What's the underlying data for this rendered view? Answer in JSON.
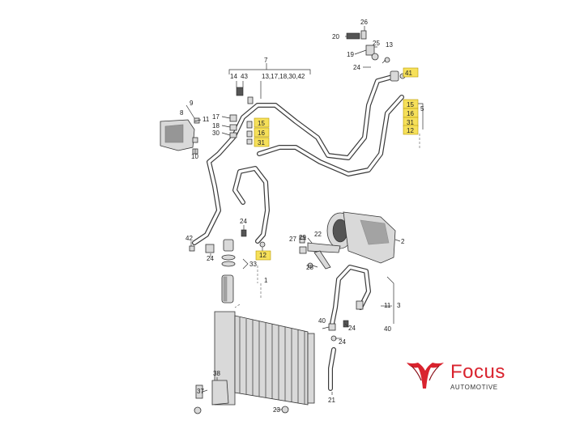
{
  "labels": {
    "l26": "26",
    "l20": "20",
    "l13a": "13",
    "l19": "19",
    "l25": "25",
    "l24a": "24",
    "l41": "41",
    "l7": "7",
    "l14": "14",
    "l43": "43",
    "l13b": "13,17,18,30,42",
    "l9": "9",
    "l8": "8",
    "l11": "11",
    "l17": "17",
    "l18": "18",
    "l30": "30",
    "l10": "10",
    "l15a": "15",
    "l16a": "16",
    "l31a": "31",
    "l15b": "15",
    "l16b": "16",
    "l31b": "31",
    "l12a": "12",
    "l5": "5",
    "l42": "42",
    "l24b": "24",
    "l24c": "24",
    "l12b": "12",
    "l33": "33",
    "l1": "1",
    "l27": "27",
    "l29": "29",
    "l22": "22",
    "l2": "2",
    "l28": "28",
    "l11b": "11",
    "l3": "3",
    "l40a": "40",
    "l40b": "40",
    "l24d": "24",
    "l24e": "24",
    "l38": "38",
    "l37": "37",
    "l23": "23",
    "l21": "21"
  },
  "brand": {
    "name": "Focus",
    "sub": "AUTOMOTIVE",
    "colors": {
      "primary": "#d9232e",
      "text": "#333333"
    }
  },
  "highlight_color": "#f6e05a"
}
